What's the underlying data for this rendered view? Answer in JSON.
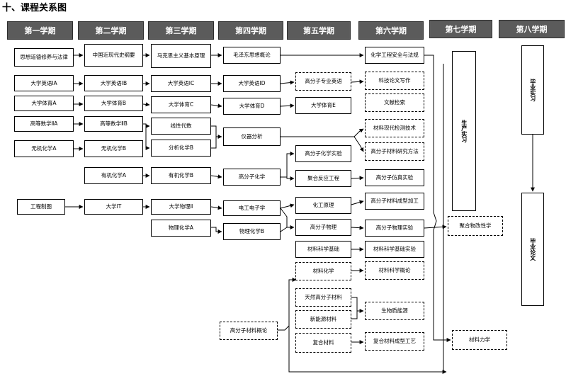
{
  "title": "十、课程关系图",
  "semesters": [
    "第一学期",
    "第二学期",
    "第三学期",
    "第四学期",
    "第五学期",
    "第六学期",
    "第七学期",
    "第八学期"
  ],
  "courses": {
    "c1_1": "思想道德修养与法律",
    "c1_2": "大学英语ⅠA",
    "c1_3": "大学体育A",
    "c1_4": "高等数学ⅡA",
    "c1_5": "无机化学A",
    "c1_6": "工程制图",
    "c2_1": "中国近现代史纲要",
    "c2_2": "大学英语ⅠB",
    "c2_3": "大学体育B",
    "c2_4": "高等数学ⅡB",
    "c2_5": "无机化学B",
    "c2_6": "有机化学A",
    "c2_7": "大学IT",
    "c3_1": "马克思主义基本原理",
    "c3_2": "大学英语ⅠC",
    "c3_3": "大学体育C",
    "c3_4": "线性代数",
    "c3_5": "分析化学B",
    "c3_6": "有机化学B",
    "c3_7": "大学物理Ⅱ",
    "c3_8": "物理化学A",
    "c4_1": "毛泽东思想概论",
    "c4_2": "大学英语ⅠD",
    "c4_3": "大学体育D",
    "c4_4": "仪器分析",
    "c4_5": "高分子化学",
    "c4_6": "电工电子学",
    "c4_7": "物理化学B",
    "c4_8": "高分子材料概论",
    "c5_1": "高分子专业英语",
    "c5_2": "大学体育E",
    "c5_3": "高分子化学实验",
    "c5_4": "聚合反应工程",
    "c5_5": "化工原理",
    "c5_6": "高分子物理",
    "c5_7": "材料科学基础",
    "c5_8": "材料化学",
    "c5_9": "天然高分子材料",
    "c5_10": "新能源材料",
    "c5_11": "复合材料",
    "c6_1": "化学工程安全与法规",
    "c6_2": "科技论文写作",
    "c6_3": "文献检索",
    "c6_4": "材料现代检测技术",
    "c6_5": "高分子材料研究方法",
    "c6_6": "高分子仿真实验",
    "c6_7": "高分子材料成型加工",
    "c6_8": "高分子物理实验",
    "c6_9": "材料科学基础实验",
    "c6_10": "材料科学概论",
    "c6_11": "生物质能源",
    "c6_12": "复合材料成型工艺",
    "c7_1": "生产实习",
    "c7_2": "聚合物改性学",
    "c7_3": "材料力学",
    "c8_1": "毕业实习",
    "c8_2": "毕业论文"
  }
}
